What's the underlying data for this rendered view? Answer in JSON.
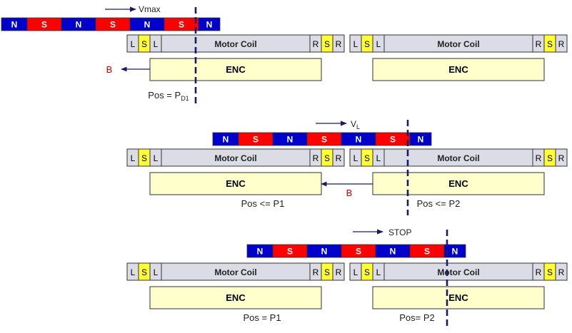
{
  "colors": {
    "north": "#0000CC",
    "south": "#FF0000",
    "coil_fill": "#DCDCE6",
    "sensor_fill": "#FFFF33",
    "enc_fill": "#FFFFCC",
    "dash_line": "#1A1A66",
    "arrow": "#1A1A66",
    "brake_label": "#CC0000"
  },
  "stages": [
    {
      "magnet_poles": [
        "N",
        "S",
        "N",
        "S",
        "N",
        "S",
        "N"
      ],
      "velocity_label": "Vmax",
      "motors": [
        {
          "left_labels": [
            "L",
            "S",
            "L"
          ],
          "coil_label": "Motor Coil",
          "right_labels": [
            "R",
            "S",
            "R"
          ],
          "enc_label": "ENC"
        },
        {
          "left_labels": [
            "L",
            "S",
            "L"
          ],
          "coil_label": "Motor Coil",
          "right_labels": [
            "R",
            "S",
            "R"
          ],
          "enc_label": "ENC"
        }
      ],
      "brake_label": "B",
      "pos_labels": [],
      "pos_rich": {
        "prefix": "Pos = P",
        "sub": "D1"
      }
    },
    {
      "magnet_poles": [
        "N",
        "S",
        "N",
        "S",
        "N",
        "S",
        "N"
      ],
      "velocity_label": "V",
      "velocity_sub": "L",
      "motors": [
        {
          "left_labels": [
            "L",
            "S",
            "L"
          ],
          "coil_label": "Motor Coil",
          "right_labels": [
            "R",
            "S",
            "R"
          ],
          "enc_label": "ENC"
        },
        {
          "left_labels": [
            "L",
            "S",
            "L"
          ],
          "coil_label": "Motor Coil",
          "right_labels": [
            "R",
            "S",
            "R"
          ],
          "enc_label": "ENC"
        }
      ],
      "brake_label": "B",
      "pos_labels": [
        "Pos <= P1",
        "Pos <= P2"
      ]
    },
    {
      "magnet_poles": [
        "N",
        "S",
        "N",
        "S",
        "N",
        "S",
        "N"
      ],
      "velocity_label": "STOP",
      "motors": [
        {
          "left_labels": [
            "L",
            "S",
            "L"
          ],
          "coil_label": "Motor Coil",
          "right_labels": [
            "R",
            "S",
            "R"
          ],
          "enc_label": "ENC"
        },
        {
          "left_labels": [
            "L",
            "S",
            "L"
          ],
          "coil_label": "Motor Coil",
          "right_labels": [
            "R",
            "S",
            "R"
          ],
          "enc_label": "ENC"
        }
      ],
      "pos_labels": [
        "Pos = P1",
        "Pos= P2"
      ]
    }
  ]
}
